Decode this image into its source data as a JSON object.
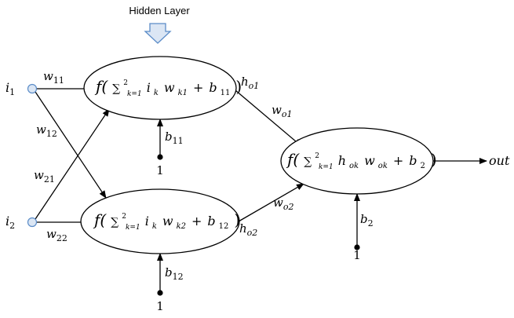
{
  "header": {
    "title": "Hidden Layer"
  },
  "inputs": [
    {
      "name": "i",
      "sub": "1"
    },
    {
      "name": "i",
      "sub": "2"
    }
  ],
  "weights": {
    "w11": {
      "name": "w",
      "sub": "11"
    },
    "w12": {
      "name": "w",
      "sub": "12"
    },
    "w21": {
      "name": "w",
      "sub": "21"
    },
    "w22": {
      "name": "w",
      "sub": "22"
    },
    "wo1": {
      "name": "w",
      "sub": "o1"
    },
    "wo2": {
      "name": "w",
      "sub": "o2"
    }
  },
  "hidden": [
    {
      "f": "f(",
      "sum": "∑",
      "sum_top": "2",
      "sum_bottom": "k=1",
      "term_i": "i",
      "term_i_sub": "k",
      "term_w": "w",
      "term_w_sub": "k1",
      "plus": "+",
      "bias": "b",
      "bias_sub": "11",
      "close": ")",
      "out_name": "h",
      "out_sub": "o1",
      "bias_label": "b",
      "bias_label_sub": "11",
      "bias_value": "1"
    },
    {
      "f": "f(",
      "sum": "∑",
      "sum_top": "2",
      "sum_bottom": "k=1",
      "term_i": "i",
      "term_i_sub": "k",
      "term_w": "w",
      "term_w_sub": "k2",
      "plus": "+",
      "bias": "b",
      "bias_sub": "12",
      "close": ")",
      "out_name": "h",
      "out_sub": "o2",
      "bias_label": "b",
      "bias_label_sub": "12",
      "bias_value": "1"
    }
  ],
  "output_node": {
    "f": "f(",
    "sum": "∑",
    "sum_top": "2",
    "sum_bottom": "k=1",
    "term_h": "h",
    "term_h_sub": "ok",
    "term_w": "w",
    "term_w_sub": "ok",
    "plus": "+",
    "bias": "b",
    "bias_sub": "2",
    "close": ")",
    "bias_label": "b",
    "bias_label_sub": "2",
    "bias_value": "1"
  },
  "output": {
    "label": "out"
  },
  "colors": {
    "input_fill": "#dbe6f4",
    "input_stroke": "#5b8cc8",
    "arrow_fill": "#dbe6f4",
    "arrow_stroke": "#5b8cc8",
    "line": "#000000"
  }
}
